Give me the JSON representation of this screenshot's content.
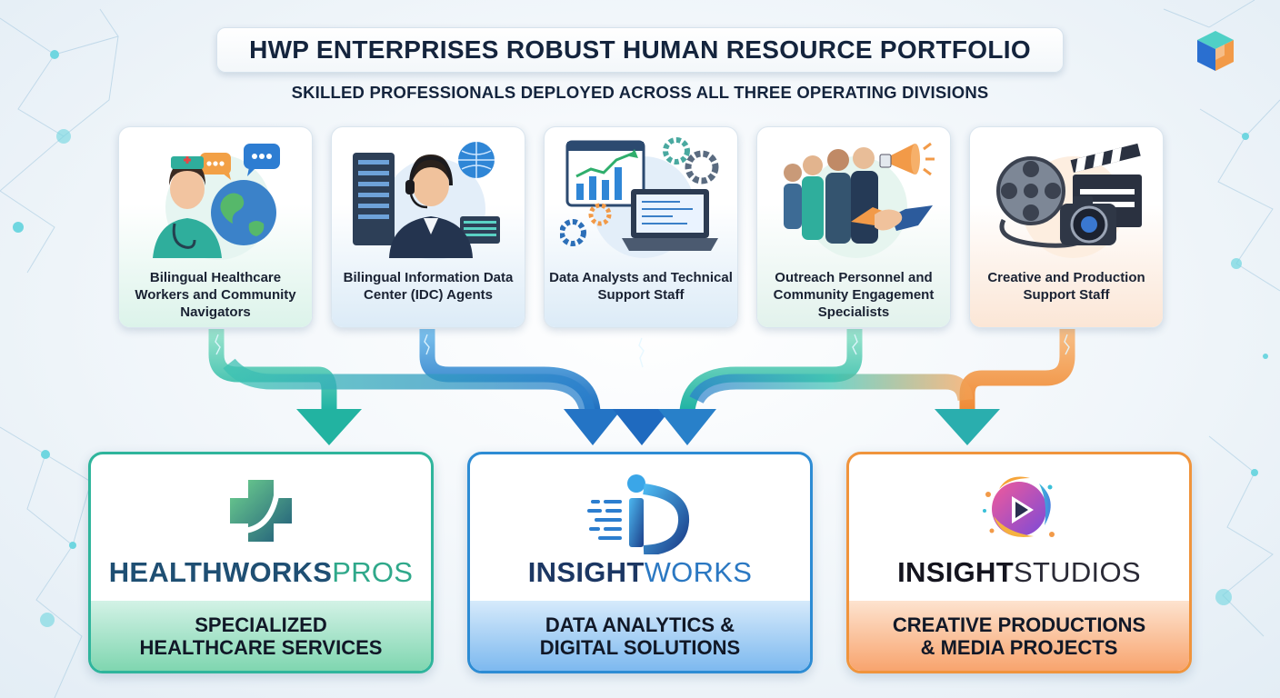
{
  "title": "HWP ENTERPRISES ROBUST HUMAN RESOURCE PORTFOLIO",
  "subtitle": "SKILLED PROFESSIONALS DEPLOYED ACROSS ALL THREE OPERATING DIVISIONS",
  "roles": [
    {
      "label": "Bilingual Healthcare Workers and Community Navigators",
      "icon": "healthcare-worker-icon",
      "tint": "#dcf3ea"
    },
    {
      "label": "Bilingual Information Data Center (IDC) Agents",
      "icon": "call-center-agent-icon",
      "tint": "#dcebf7"
    },
    {
      "label": "Data Analysts and Technical Support Staff",
      "icon": "analytics-laptop-icon",
      "tint": "#dcebf7"
    },
    {
      "label": "Outreach Personnel and Community Engagement Specialists",
      "icon": "handshake-outreach-icon",
      "tint": "#e2f2ec"
    },
    {
      "label": "Creative and Production Support Staff",
      "icon": "film-camera-icon",
      "tint": "#fbe6d6"
    }
  ],
  "divisions": [
    {
      "name_bold": "HEALTHWORKS",
      "name_light": "PROS",
      "tagline_line1": "SPECIALIZED",
      "tagline_line2": "HEALTHCARE SERVICES",
      "accent": "#2fb59c",
      "name_color": "#1f4f73",
      "band_from": "#d3f2e6",
      "band_to": "#7fd6b0",
      "icon": "medical-cross-icon"
    },
    {
      "name_bold": "INSIGHT",
      "name_light": "WORKS",
      "tagline_line1": "DATA ANALYTICS &",
      "tagline_line2": "DIGITAL SOLUTIONS",
      "accent": "#2d8cd4",
      "name_color": "#1c3763",
      "band_from": "#d6eafb",
      "band_to": "#7db9ef",
      "icon": "data-i-icon"
    },
    {
      "name_bold": "INSIGHT",
      "name_light": "STUDIOS",
      "tagline_line1": "CREATIVE PRODUCTIONS",
      "tagline_line2": "& MEDIA PROJECTS",
      "accent": "#f0943c",
      "name_color": "#15151f",
      "band_from": "#fde3cf",
      "band_to": "#f8a46e",
      "icon": "media-play-icon"
    }
  ],
  "colors": {
    "teal": "#2fbfa8",
    "blue": "#2a84cf",
    "orange": "#f29a48",
    "navy": "#14243d"
  }
}
